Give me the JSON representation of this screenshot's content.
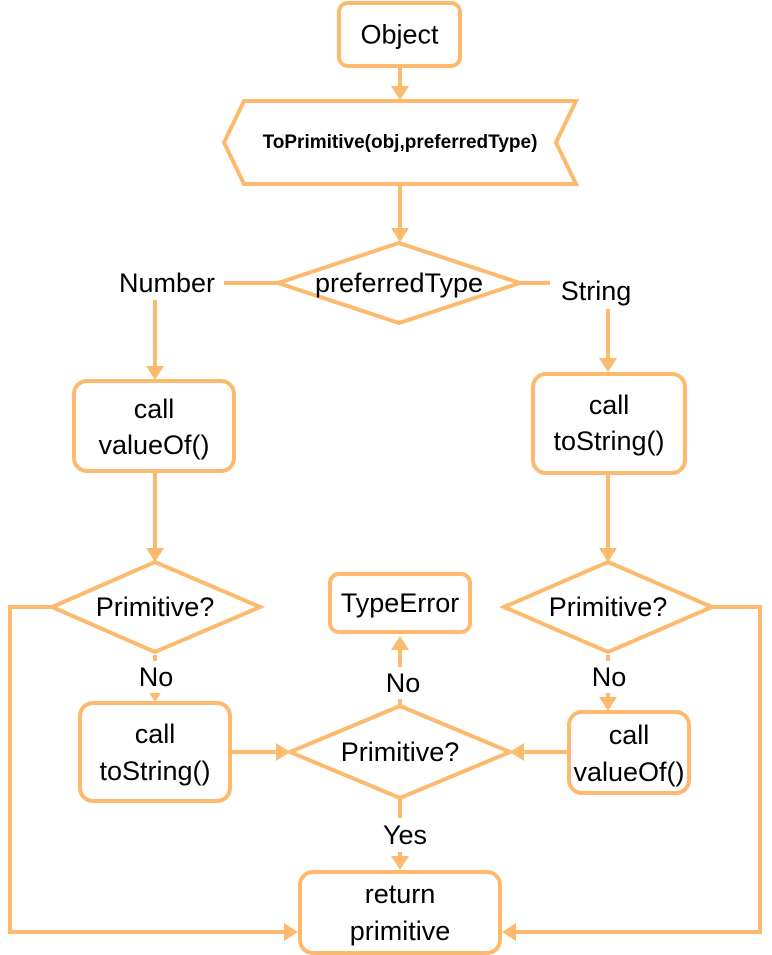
{
  "colors": {
    "stroke": "#FDBA6F",
    "fill": "#FFFFFF",
    "text": "#000000"
  },
  "nodes": {
    "object": "Object",
    "to_primitive": "ToPrimitive(obj,preferredType)",
    "preferred_type": "preferredType",
    "call_value_of_left": {
      "line1": "call",
      "line2": "valueOf()"
    },
    "call_to_string_right": {
      "line1": "call",
      "line2": "toString()"
    },
    "primitive_left": "Primitive?",
    "primitive_right": "Primitive?",
    "call_to_string_left": {
      "line1": "call",
      "line2": "toString()"
    },
    "call_value_of_right": {
      "line1": "call",
      "line2": "valueOf()"
    },
    "primitive_center": "Primitive?",
    "type_error": "TypeError",
    "return_primitive": {
      "line1": "return",
      "line2": "primitive"
    }
  },
  "edge_labels": {
    "number": "Number",
    "string": "String",
    "no_left": "No",
    "no_right": "No",
    "no_center": "No",
    "yes_center": "Yes"
  }
}
